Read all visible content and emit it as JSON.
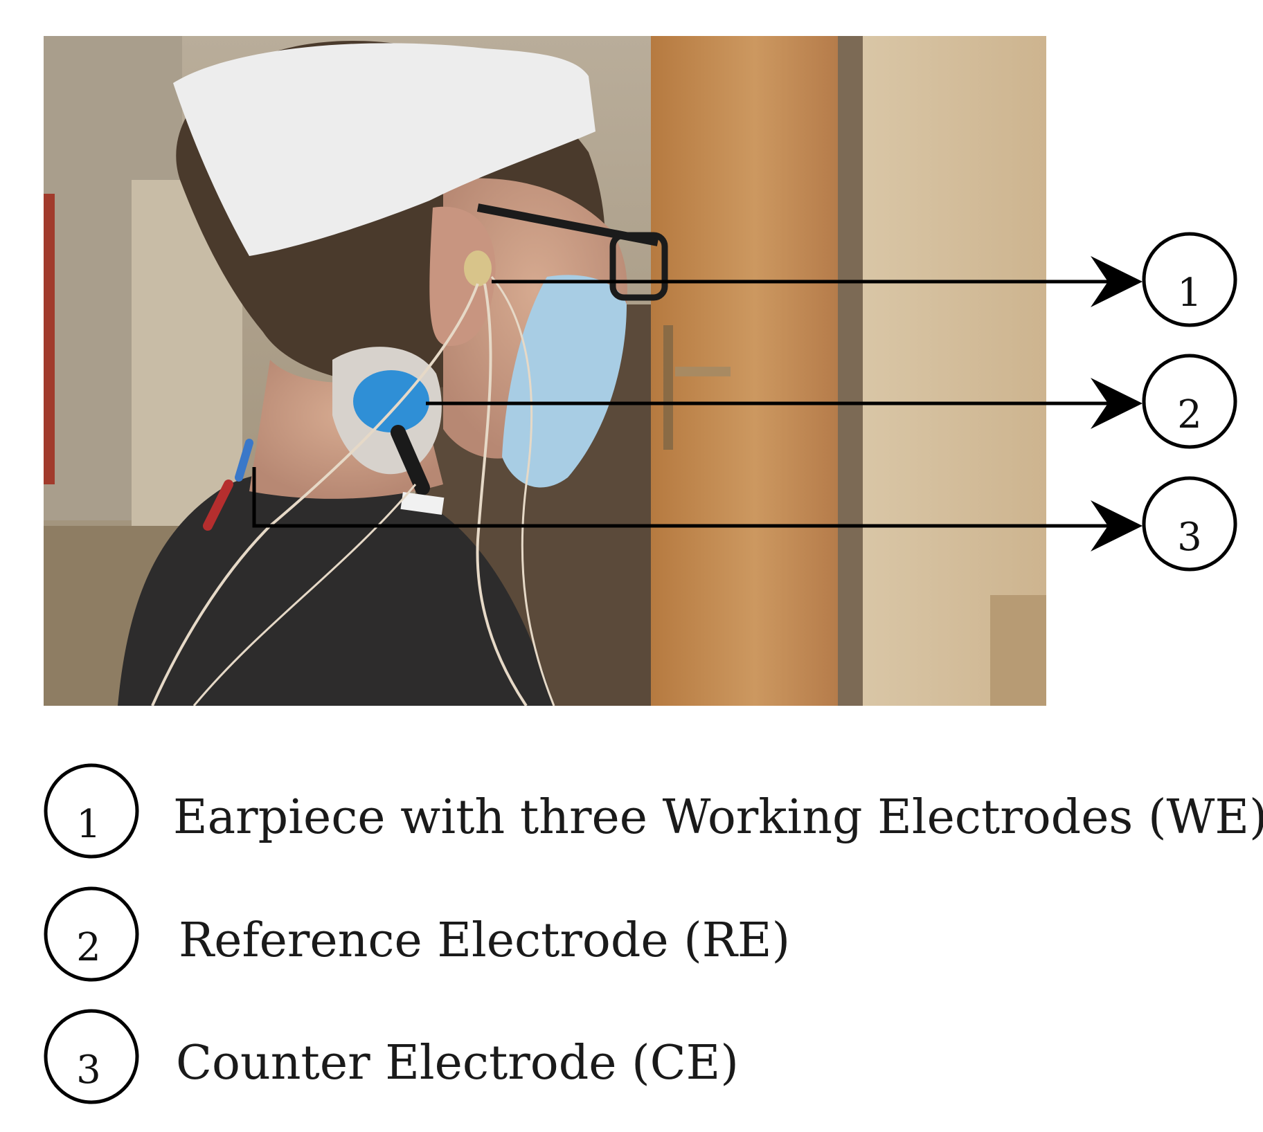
{
  "photo": {
    "subject": "person-side-view-with-ear-electrodes",
    "colors": {
      "door": "#c9935a",
      "wall": "#d8c6a8",
      "shirt": "#2c2c2c",
      "skin": "#c89a82",
      "headband": "#efefef",
      "mask": "#a9cfe6",
      "electrode_pad": "#2f8fd6"
    }
  },
  "callouts": [
    {
      "number": "1"
    },
    {
      "number": "2"
    },
    {
      "number": "3"
    }
  ],
  "legend": [
    {
      "number": "1",
      "text": "Earpiece with three Working Electrodes (WE)"
    },
    {
      "number": "2",
      "text": "Reference Electrode (RE)"
    },
    {
      "number": "3",
      "text": "Counter Electrode (CE)"
    }
  ]
}
